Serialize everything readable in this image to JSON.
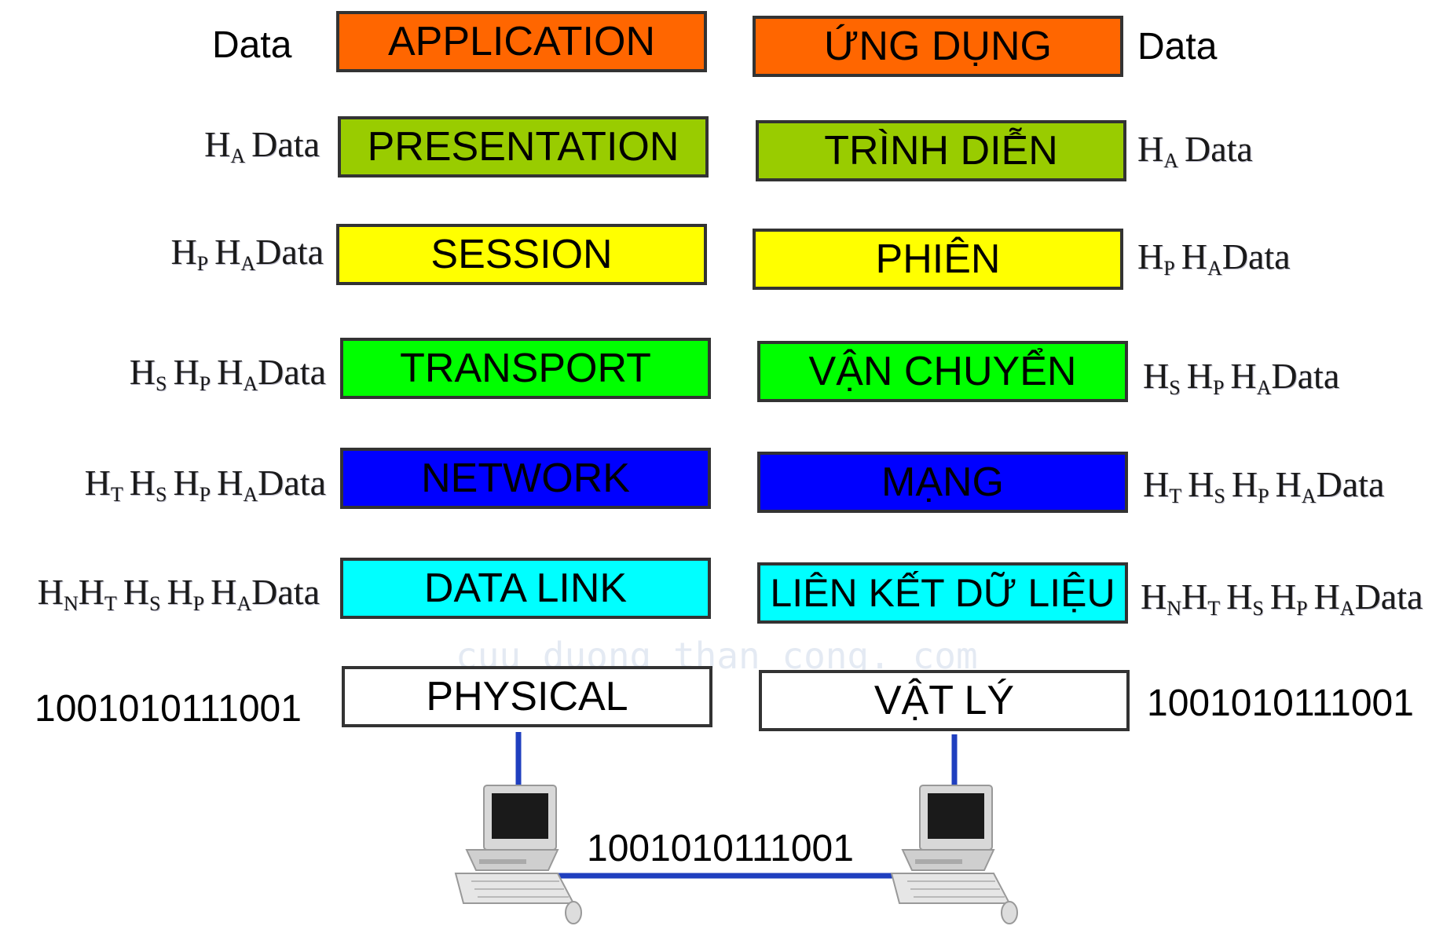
{
  "colors": {
    "application": "#ff6600",
    "presentation": "#99cc00",
    "session": "#ffff00",
    "transport": "#00ff00",
    "network": "#0000ff",
    "datalink": "#00ffff",
    "physical": "#ffffff",
    "cable": "#1f3fbf",
    "border": "#333333"
  },
  "left_stack": {
    "application": "APPLICATION",
    "presentation": "PRESENTATION",
    "session": "SESSION",
    "transport": "TRANSPORT",
    "network": "NETWORK",
    "datalink": "DATA LINK",
    "physical": "PHYSICAL"
  },
  "right_stack": {
    "application": "ỨNG DỤNG",
    "presentation": "TRÌNH DIỄN",
    "session": "PHIÊN",
    "transport": "VẬN CHUYỂN",
    "network": "MẠNG",
    "datalink": "LIÊN KẾT DỮ LIỆU",
    "physical": "VẬT LÝ"
  },
  "headers": {
    "H": "H",
    "A": "A",
    "P": "P",
    "S": "S",
    "T": "T",
    "N": "N",
    "data": "Data"
  },
  "bits": "1001010111001",
  "watermark": "cuu duong than cong. com",
  "icons": [
    "desktop-computer-icon",
    "desktop-computer-icon"
  ]
}
